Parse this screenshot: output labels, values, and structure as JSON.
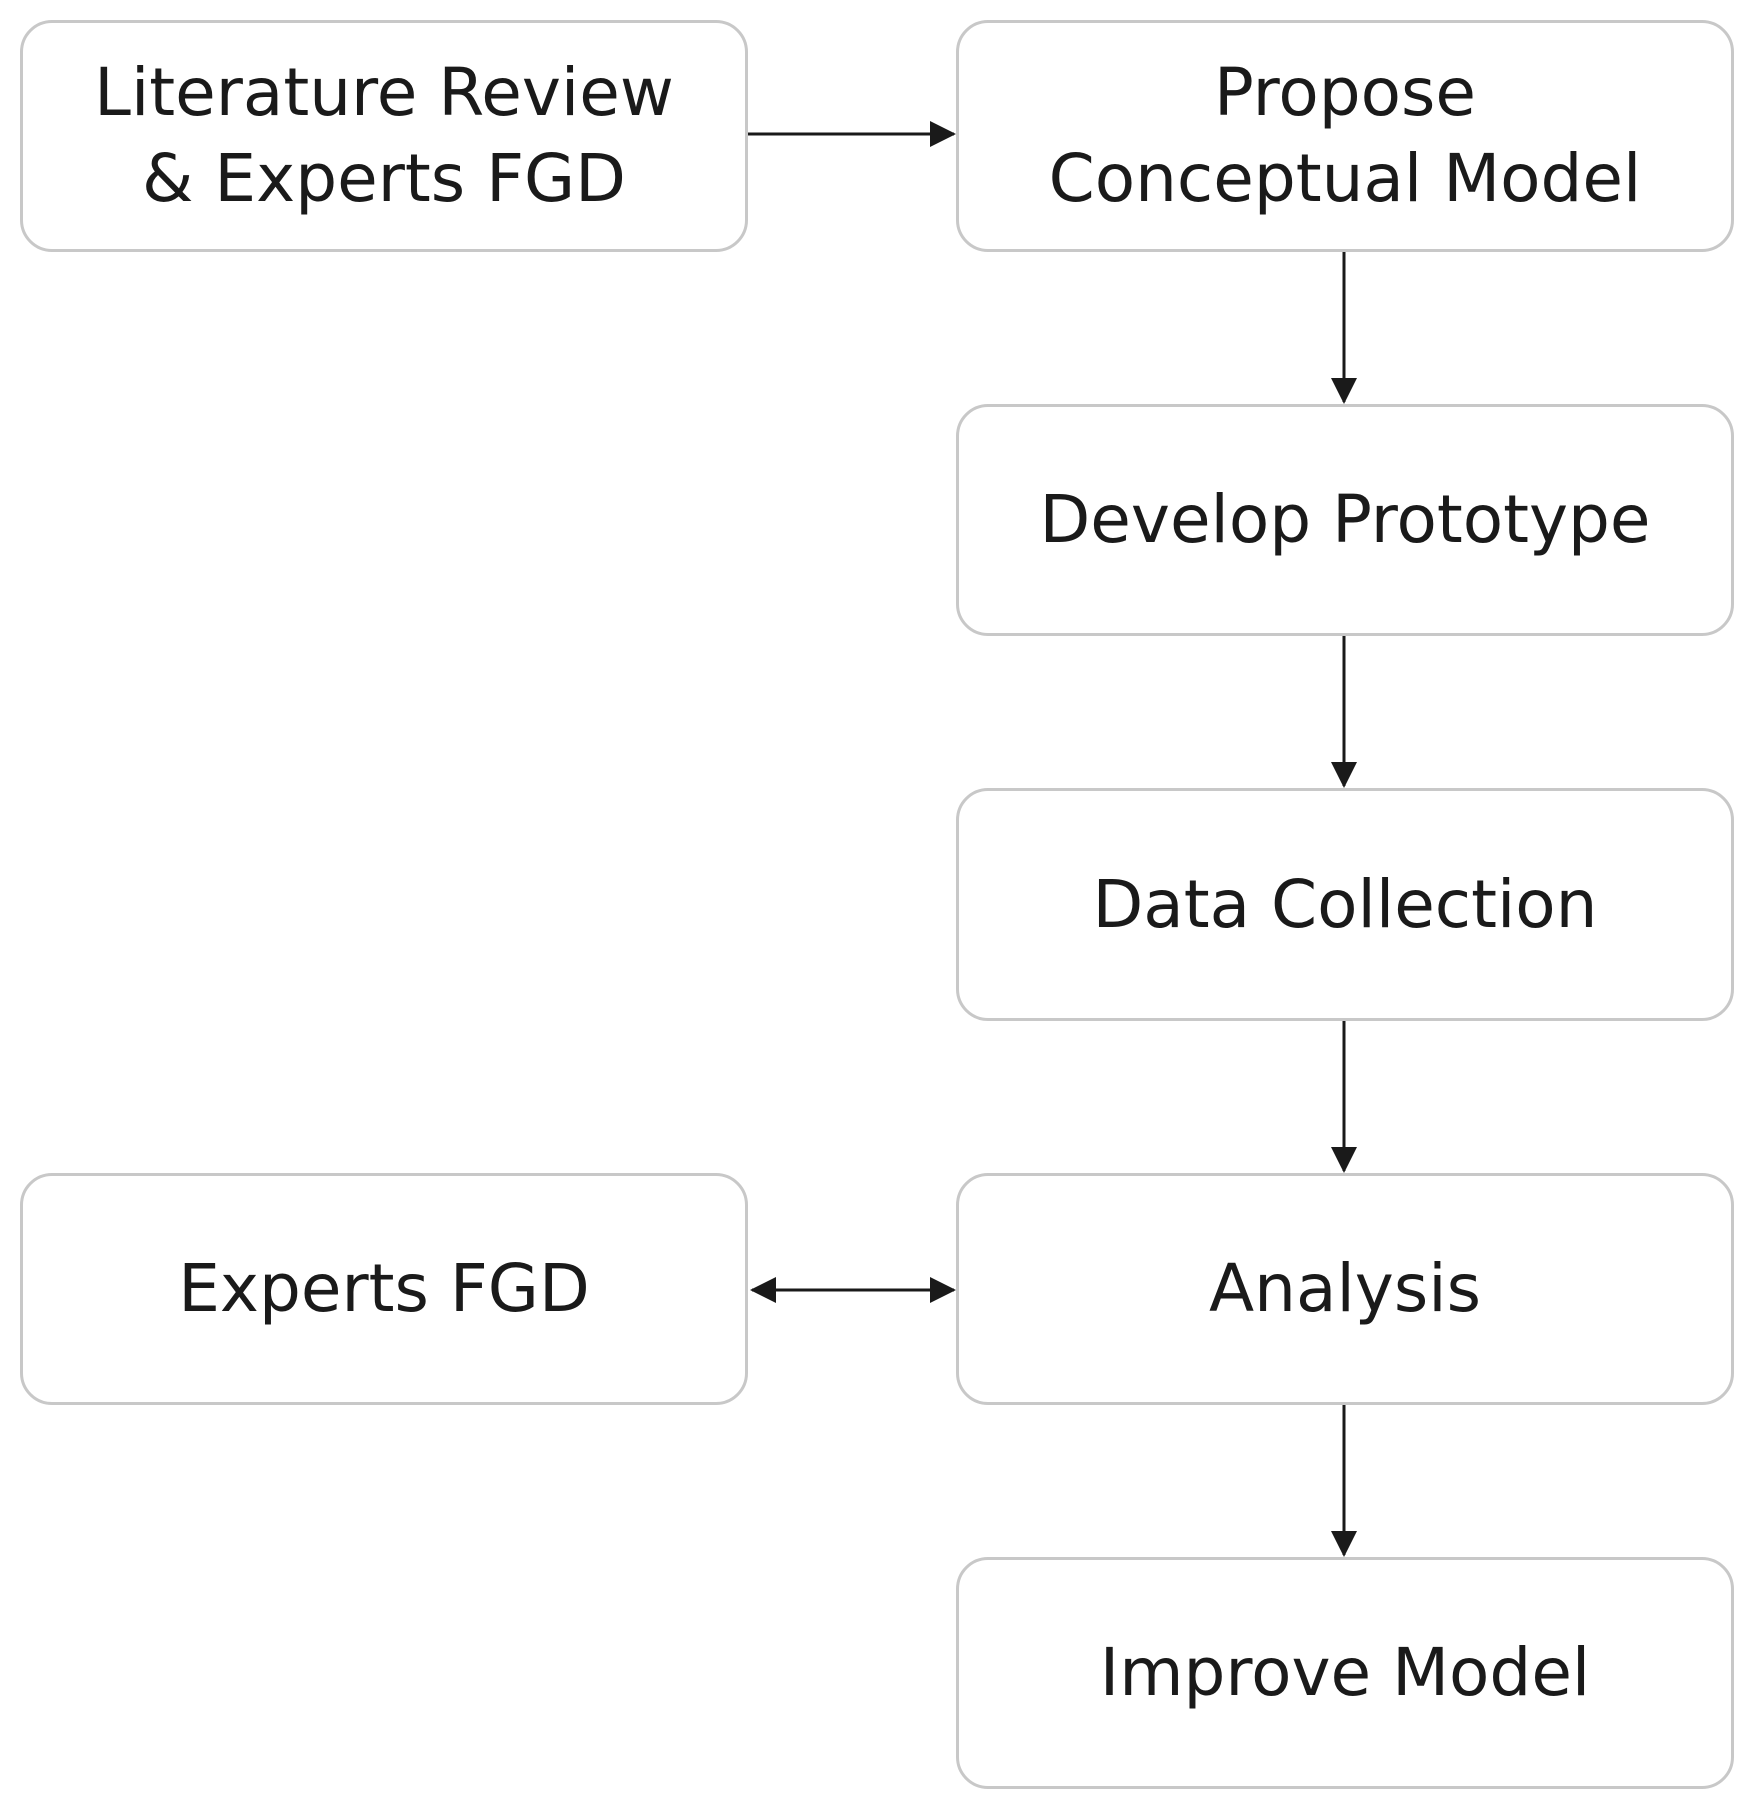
{
  "diagram": {
    "nodes": {
      "literature_review": {
        "lines": [
          "Literature Review",
          "& Experts FGD"
        ]
      },
      "propose_model": {
        "lines": [
          "Propose",
          "Conceptual Model"
        ]
      },
      "develop_prototype": {
        "lines": [
          "Develop Prototype"
        ]
      },
      "data_collection": {
        "lines": [
          "Data Collection"
        ]
      },
      "experts_fgd": {
        "lines": [
          "Experts FGD"
        ]
      },
      "analysis": {
        "lines": [
          "Analysis"
        ]
      },
      "improve_model": {
        "lines": [
          "Improve Model"
        ]
      }
    },
    "edges": [
      {
        "from": "Literature Review & Experts FGD",
        "to": "Propose Conceptual Model",
        "direction": "forward"
      },
      {
        "from": "Propose Conceptual Model",
        "to": "Develop Prototype",
        "direction": "forward"
      },
      {
        "from": "Develop Prototype",
        "to": "Data Collection",
        "direction": "forward"
      },
      {
        "from": "Data Collection",
        "to": "Analysis",
        "direction": "forward"
      },
      {
        "from": "Experts FGD",
        "to": "Analysis",
        "direction": "bidirectional"
      },
      {
        "from": "Analysis",
        "to": "Improve Model",
        "direction": "forward"
      }
    ],
    "colors": {
      "box_border": "#c8c8c8",
      "box_fill": "#ffffff",
      "text": "#1a1a1a",
      "arrow": "#1a1a1a"
    }
  }
}
